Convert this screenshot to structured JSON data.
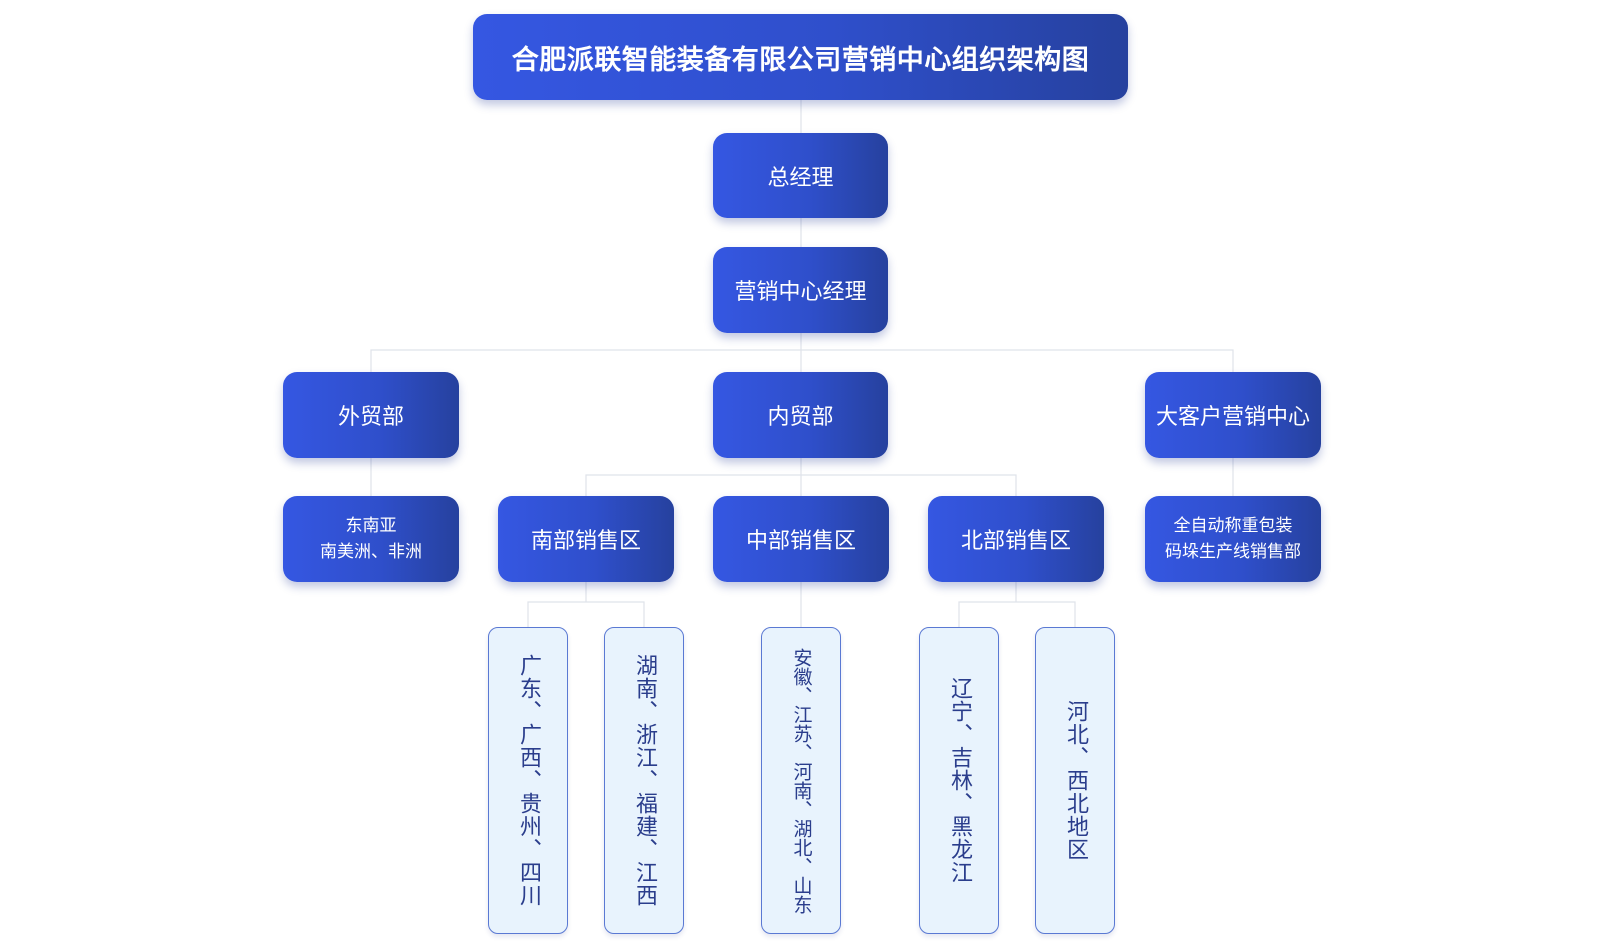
{
  "title": "合肥派联智能装备有限公司营销中心组织架构图",
  "general_manager": "总经理",
  "marketing_manager": "营销中心经理",
  "departments": {
    "foreign_trade": "外贸部",
    "domestic_trade": "内贸部",
    "key_accounts": "大客户营销中心"
  },
  "foreign_trade_region": "东南亚\n南美洲、非洲",
  "key_accounts_unit": "全自动称重包装\n码垛生产线销售部",
  "sales_regions": {
    "south": "南部销售区",
    "central": "中部销售区",
    "north": "北部销售区"
  },
  "provinces": {
    "south_1": "广东、广西、贵州、四川",
    "south_2": "湖南、浙江、福建、江西",
    "central_1": "安徽、江苏、河南、湖北、山东",
    "north_1": "辽宁、吉林、黑龙江",
    "north_2": "河北、西北地区"
  },
  "colors": {
    "node_gradient_start": "#3557e2",
    "node_gradient_end": "#26419e",
    "leaf_background": "#e8f3fd",
    "leaf_border": "#5a79d3",
    "leaf_text": "#2a3d8c",
    "connector": "#dfe3ea"
  }
}
